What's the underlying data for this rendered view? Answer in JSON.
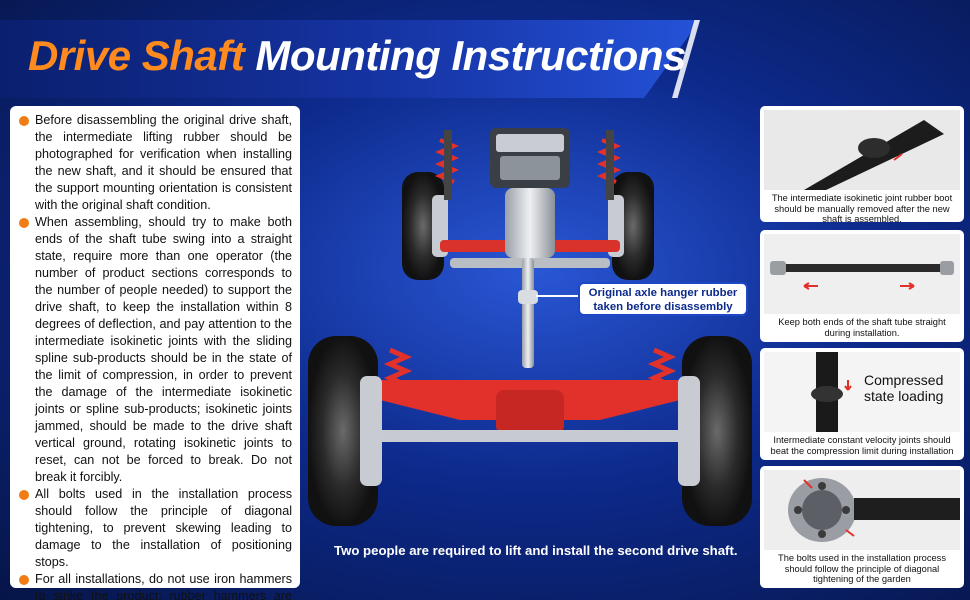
{
  "title": {
    "part1": "Drive Shaft",
    "part2": "Mounting Instructions"
  },
  "instructions": [
    "Before disassembling the original drive shaft, the intermediate lifting rubber should be photographed for verification when installing the new shaft, and it should be ensured that the support mounting orientation is consistent with the original shaft condition.",
    "When assembling, should try to make both ends of the shaft tube swing into a straight state, require more than one operator (the number of product sections corresponds to the number of people needed) to support the drive shaft, to keep the installation within 8 degrees of deflection, and pay attention to the intermediate isokinetic joints with the sliding spline sub-products should be in the state of the limit of compression, in order to prevent the damage of the intermediate isokinetic joints or spline sub-products; isokinetic joints jammed, should be made to the drive shaft vertical ground, rotating isokinetic joints to reset, can not be forced to break. Do not break it forcibly.",
    "All bolts used in the installation process should follow the principle of diagonal tightening, to prevent skewing leading to damage to the installation of positioning stops.",
    "For all installations, do not use iron hammers to strike the product; rubber hammers are recommended."
  ],
  "callout": "Original axle hanger rubber taken before disassembly",
  "bottom_caption": "Two people are required to lift and install the second drive shaft.",
  "cards": [
    {
      "caption": "The intermediate isokinetic joint rubber boot should  be manually removed after the new shaft is assembled."
    },
    {
      "caption": "Keep both ends of the shaft tube straight during installation."
    },
    {
      "caption": "Intermediate constant velocity joints should beat the compression limit during installation",
      "overlay": "Compressed state loading"
    },
    {
      "caption": "The bolts used in the installation process should follow the principle of diagonal tightening of the garden"
    }
  ],
  "colors": {
    "accent": "#f07d13",
    "brand_blue": "#1e47c8",
    "frame_red": "#e2312a"
  }
}
